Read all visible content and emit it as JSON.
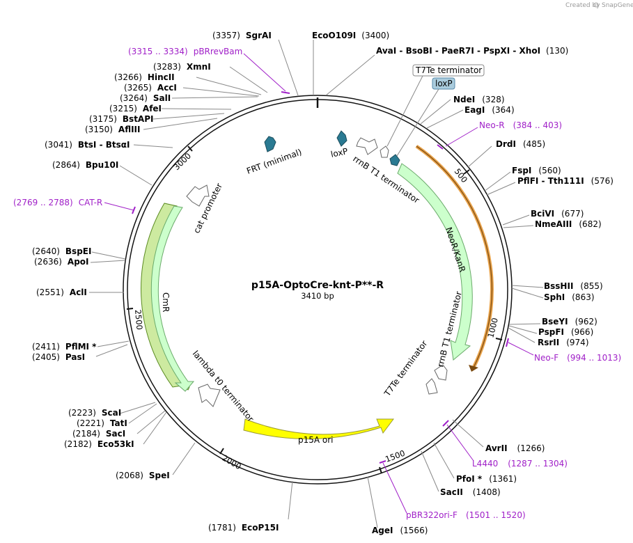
{
  "credit": {
    "created_by": "Created by",
    "brand": "SnapGene"
  },
  "plasmid": {
    "name": "p15A-OptoCre-knt-P**-R",
    "length_label": "3410 bp"
  },
  "scale_ticks": [
    "500",
    "1000",
    "1500",
    "2000",
    "2500",
    "3000"
  ],
  "enzymes": [
    {
      "id": "sgrai",
      "pos": "(3357)",
      "name": "SgrAI"
    },
    {
      "id": "ecoo109i",
      "name": "EcoO109I",
      "pos": "(3400)"
    },
    {
      "id": "avai",
      "name": "AvaI  -  BsoBI  -  PaeR7I  -  PspXI  -  XhoI",
      "pos": "(130)"
    },
    {
      "id": "ndei",
      "name": "NdeI",
      "pos": "(328)"
    },
    {
      "id": "eagi",
      "name": "EagI",
      "pos": "(364)"
    },
    {
      "id": "drdi",
      "name": "DrdI",
      "pos": "(485)"
    },
    {
      "id": "fspi",
      "name": "FspI",
      "pos": "(560)"
    },
    {
      "id": "pflfi",
      "name": "PflFI  -  Tth111I",
      "pos": "(576)"
    },
    {
      "id": "bcivi",
      "name": "BciVI",
      "pos": "(677)"
    },
    {
      "id": "nmeaiii",
      "name": "NmeAIII",
      "pos": "(682)"
    },
    {
      "id": "bsshii",
      "name": "BssHII",
      "pos": "(855)"
    },
    {
      "id": "sphi",
      "name": "SphI",
      "pos": "(863)"
    },
    {
      "id": "bseyi",
      "name": "BseYI",
      "pos": "(962)"
    },
    {
      "id": "pspfi",
      "name": "PspFI",
      "pos": "(966)"
    },
    {
      "id": "rsrii",
      "name": "RsrII",
      "pos": "(974)"
    },
    {
      "id": "avrii",
      "name": "AvrII",
      "pos": "(1266)"
    },
    {
      "id": "pfoi",
      "name": "PfoI *",
      "pos": "(1361)"
    },
    {
      "id": "sacii",
      "name": "SacII",
      "pos": "(1408)"
    },
    {
      "id": "agei",
      "name": "AgeI",
      "pos": "(1566)"
    },
    {
      "id": "ecop15i",
      "pos": "(1781)",
      "name": "EcoP15I"
    },
    {
      "id": "spei",
      "pos": "(2068)",
      "name": "SpeI"
    },
    {
      "id": "eco53ki",
      "pos": "(2182)",
      "name": "Eco53kI"
    },
    {
      "id": "saci",
      "pos": "(2184)",
      "name": "SacI"
    },
    {
      "id": "tati",
      "pos": "(2221)",
      "name": "TatI"
    },
    {
      "id": "scai",
      "pos": "(2223)",
      "name": "ScaI"
    },
    {
      "id": "pasi",
      "pos": "(2405)",
      "name": "PasI"
    },
    {
      "id": "pflmi",
      "pos": "(2411)",
      "name": "PflMI *"
    },
    {
      "id": "acli",
      "pos": "(2551)",
      "name": "AclI"
    },
    {
      "id": "apoi",
      "pos": "(2636)",
      "name": "ApoI"
    },
    {
      "id": "bspei",
      "pos": "(2640)",
      "name": "BspEI"
    },
    {
      "id": "bpu10i",
      "pos": "(2864)",
      "name": "Bpu10I"
    },
    {
      "id": "btsi",
      "pos": "(3041)",
      "name": "BtsI  -  BtsαI"
    },
    {
      "id": "afliii",
      "pos": "(3150)",
      "name": "AflIII"
    },
    {
      "id": "bstapi",
      "pos": "(3175)",
      "name": "BstAPI"
    },
    {
      "id": "afei",
      "pos": "(3215)",
      "name": "AfeI"
    },
    {
      "id": "sali",
      "pos": "(3264)",
      "name": "SalI"
    },
    {
      "id": "acci",
      "pos": "(3265)",
      "name": "AccI"
    },
    {
      "id": "hincii",
      "pos": "(3266)",
      "name": "HincII"
    },
    {
      "id": "xmni",
      "pos": "(3283)",
      "name": "XmnI"
    }
  ],
  "primers": [
    {
      "id": "pbrrevbam",
      "range": "(3315 .. 3334)",
      "name": "pBRrevBam"
    },
    {
      "id": "neo-r",
      "name": "Neo-R",
      "range": "(384 .. 403)"
    },
    {
      "id": "neo-f",
      "name": "Neo-F",
      "range": "(994 .. 1013)"
    },
    {
      "id": "l4440",
      "name": "L4440",
      "range": "(1287 .. 1304)"
    },
    {
      "id": "pbr322ori-f",
      "name": "pBR322ori-F",
      "range": "(1501 .. 1520)"
    },
    {
      "id": "cat-r",
      "range": "(2769 .. 2788)",
      "name": "CAT-R"
    }
  ],
  "features": {
    "t7te_box": "T7Te terminator",
    "loxp_box": "loxP",
    "frt": "FRT (minimal)",
    "loxp": "loxP",
    "rrnb_top": "rrnB T1 terminator",
    "neor": "NeoR/KanR",
    "rrnb_right": "rrnB T1 terminator",
    "t7te_right": "T7Te terminator",
    "p15a": "p15A ori",
    "lambda": "lambda t0 terminator",
    "cmr": "CmR",
    "cat": "cat promoter"
  },
  "colors": {
    "primer": "#a020c8",
    "loxp": "#2a7a92",
    "marker": "#ccffcc",
    "marker_stroke": "#6aaa6a",
    "ori": "#ffff00",
    "primer_bind": "#e8a24a"
  }
}
